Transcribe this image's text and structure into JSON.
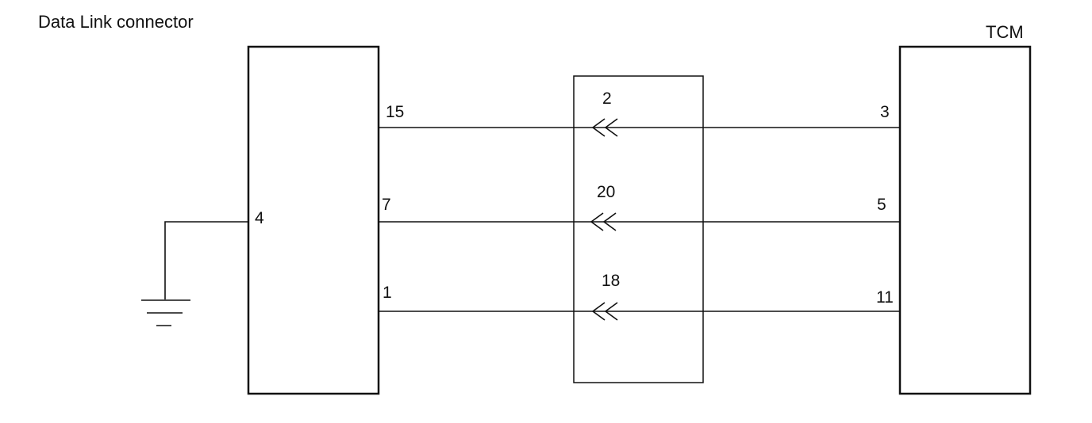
{
  "dlc": {
    "title": "Data Link connector",
    "ground_pin": "4"
  },
  "tcm": {
    "title": "TCM"
  },
  "wires": [
    {
      "dlc_pin": "15",
      "connector_pin": "2",
      "tcm_pin": "3"
    },
    {
      "dlc_pin": "7",
      "connector_pin": "20",
      "tcm_pin": "5"
    },
    {
      "dlc_pin": "1",
      "connector_pin": "18",
      "tcm_pin": "11"
    }
  ]
}
